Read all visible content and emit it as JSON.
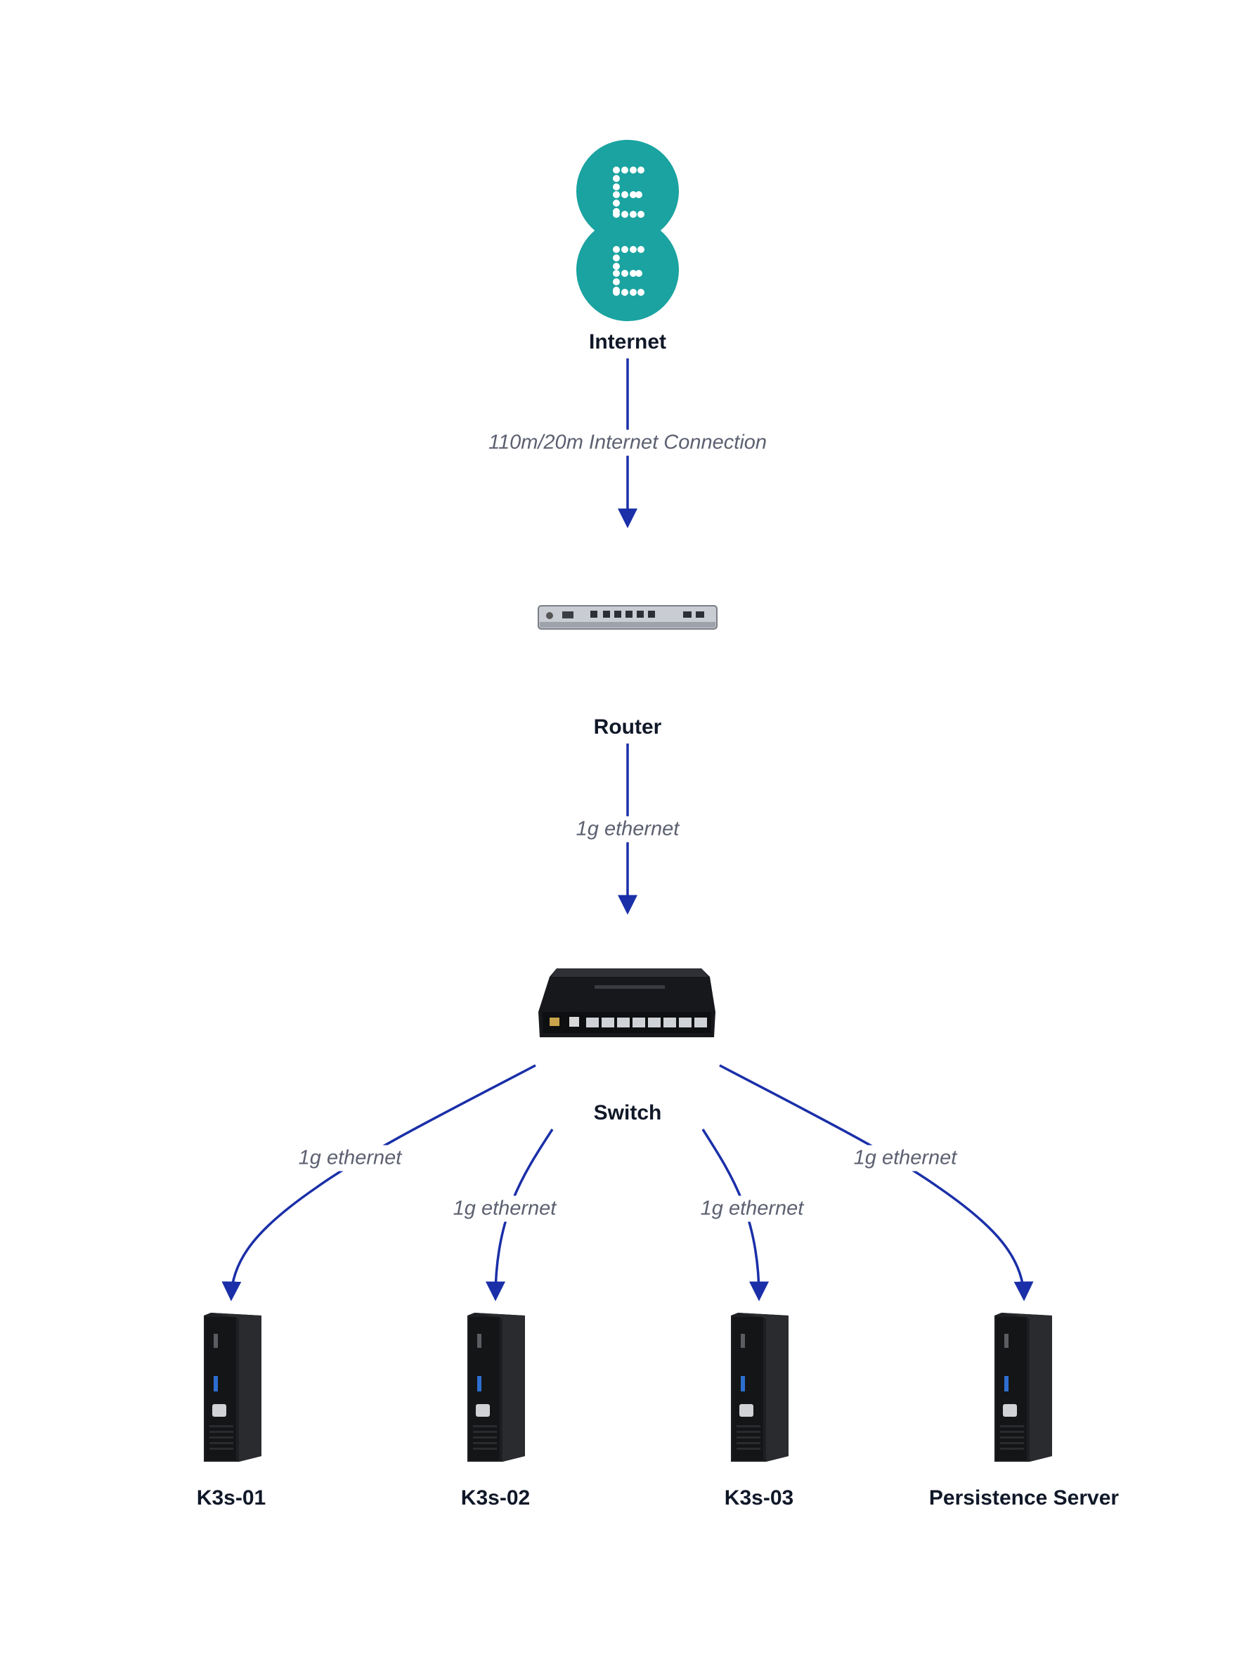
{
  "nodes": {
    "internet": {
      "label": "Internet",
      "icon": "ee-logo-icon"
    },
    "router": {
      "label": "Router",
      "icon": "router-icon"
    },
    "switch": {
      "label": "Switch",
      "icon": "switch-icon"
    },
    "k3s01": {
      "label": "K3s-01",
      "icon": "tower-pc-icon"
    },
    "k3s02": {
      "label": "K3s-02",
      "icon": "tower-pc-icon"
    },
    "k3s03": {
      "label": "K3s-03",
      "icon": "tower-pc-icon"
    },
    "persistence": {
      "label": "Persistence Server",
      "icon": "tower-pc-icon"
    }
  },
  "edges": {
    "internet_router": "110m/20m Internet Connection",
    "router_switch": "1g ethernet",
    "switch_k3s01": "1g ethernet",
    "switch_k3s02": "1g ethernet",
    "switch_k3s03": "1g ethernet",
    "switch_persistence": "1g ethernet"
  },
  "colors": {
    "edge": "#1a2fa8",
    "ee_teal": "#1aa3a0",
    "label": "#101828",
    "edge_label": "#5c6070"
  }
}
